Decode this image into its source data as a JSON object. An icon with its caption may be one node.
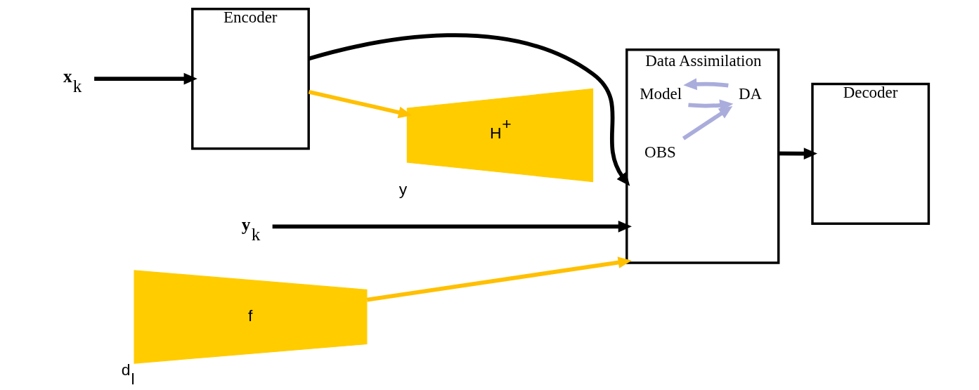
{
  "diagram": {
    "nodes": [
      {
        "text": [
          "**x**$_{k}$"
        ]
      },
      {
        "text": [
          "Encoder"
        ]
      },
      {
        "text": [
          "Data Assimilation"
        ]
      },
      {
        "text": [
          "Model"
        ],
        "in": 2
      },
      {
        "text": [
          "DA"
        ],
        "in": 2
      },
      {
        "text": [
          "OBS"
        ],
        "in": 2
      },
      {
        "text": [
          "Decoder"
        ]
      },
      {
        "text": [
          "**y**$_{k}$"
        ]
      },
      {
        "text": [
          "H$^{+}$"
        ],
        "beside": [
          "y"
        ]
      },
      {
        "text": [
          "f"
        ],
        "beside": [
          "d$_{l}$"
        ]
      }
    ],
    "edges": [
      {
        "from": 0,
        "to": 1,
        "arrow": "to"
      },
      {
        "from": 1,
        "to": 2,
        "arrow": "to"
      },
      {
        "from": 7,
        "to": 2,
        "arrow": "to"
      },
      {
        "from": 2,
        "to": 6,
        "arrow": "to"
      },
      {
        "from": 3,
        "to": 4,
        "arrow": "to",
        "color": "#aaaddb"
      },
      {
        "from": 4,
        "to": 3,
        "arrow": "to",
        "color": "#aaaddb"
      },
      {
        "from": 5,
        "to": 4,
        "arrow": "to",
        "color": "#aaaddb"
      },
      {
        "from": 1,
        "to": 8,
        "arrow": "to",
        "color": "#ffc000"
      },
      {
        "from": 9,
        "to": 2,
        "arrow": "to",
        "color": "#ffc000"
      }
    ]
  }
}
